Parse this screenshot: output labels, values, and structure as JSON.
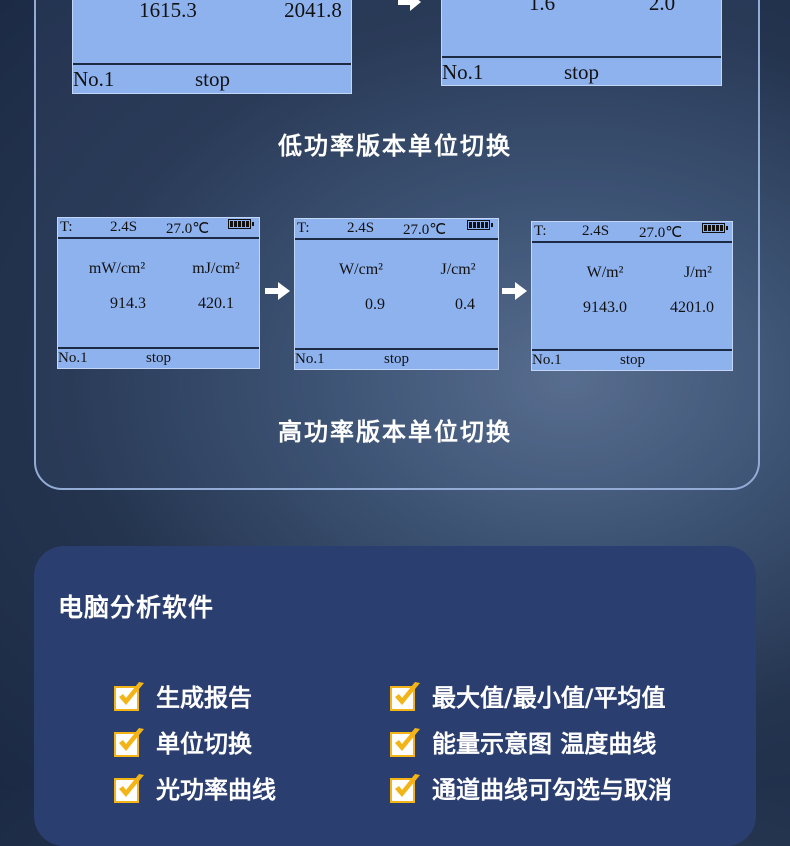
{
  "low_power_top": {
    "left_screen": {
      "value_a": "1615.3",
      "value_b": "2041.8",
      "footer_no": "No.1",
      "footer_status": "stop"
    },
    "right_screen": {
      "value_a": "1.6",
      "value_b": "2.0",
      "footer_no": "No.1",
      "footer_status": "stop"
    }
  },
  "low_power_title": "低功率版本单位切换",
  "high_power_screens": [
    {
      "t_label": "T:",
      "time": "2.4S",
      "temp": "27.0℃",
      "unit_a": "mW/cm²",
      "unit_b": "mJ/cm²",
      "value_a": "914.3",
      "value_b": "420.1",
      "footer_no": "No.1",
      "footer_status": "stop"
    },
    {
      "t_label": "T:",
      "time": "2.4S",
      "temp": "27.0℃",
      "unit_a": "W/cm²",
      "unit_b": "J/cm²",
      "value_a": "0.9",
      "value_b": "0.4",
      "footer_no": "No.1",
      "footer_status": "stop"
    },
    {
      "t_label": "T:",
      "time": "2.4S",
      "temp": "27.0℃",
      "unit_a": "W/m²",
      "unit_b": "J/m²",
      "value_a": "9143.0",
      "value_b": "4201.0",
      "footer_no": "No.1",
      "footer_status": "stop"
    }
  ],
  "high_power_title": "高功率版本单位切换",
  "software": {
    "title": "电脑分析软件",
    "features_left": [
      "生成报告",
      "单位切换",
      "光功率曲线"
    ],
    "features_right": [
      "最大值/最小值/平均值",
      "能量示意图 温度曲线",
      "通道曲线可勾选与取消"
    ]
  },
  "colors": {
    "lcd_bg": "#8eb2ee",
    "panel_border": "#93acd6",
    "card_bg": "#2b3e70",
    "check_gold": "#f2b417"
  }
}
